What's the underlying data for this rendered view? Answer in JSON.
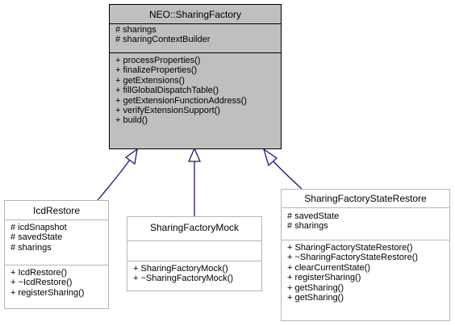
{
  "classes": {
    "sharing_factory": {
      "name": "NEO::SharingFactory",
      "attributes": [
        "# sharings",
        "# sharingContextBuilder"
      ],
      "methods": [
        "+ processProperties()",
        "+ finalizeProperties()",
        "+ getExtensions()",
        "+ fillGlobalDispatchTable()",
        "+ getExtensionFunctionAddress()",
        "+ verifyExtensionSupport()",
        "+ build()"
      ]
    },
    "icd_restore": {
      "name": "IcdRestore",
      "attributes": [
        "# icdSnapshot",
        "# savedState",
        "# sharings"
      ],
      "methods": [
        "+ IcdRestore()",
        "+ ~IcdRestore()",
        "+ registerSharing()"
      ]
    },
    "sharing_factory_mock": {
      "name": "SharingFactoryMock",
      "attributes": [],
      "methods": [
        "+ SharingFactoryMock()",
        "+ ~SharingFactoryMock()"
      ]
    },
    "sharing_factory_state_restore": {
      "name": "SharingFactoryStateRestore",
      "attributes": [
        "# savedState",
        "# sharings"
      ],
      "methods": [
        "+ SharingFactoryStateRestore()",
        "+ ~SharingFactoryStateRestore()",
        "+ clearCurrentState()",
        "+ registerSharing()",
        "+ getSharing()",
        "+ getSharing()"
      ]
    }
  },
  "colors": {
    "edge": "#191970",
    "focus_fill": "#bfbfbf",
    "border": "#000000",
    "other_border": "#b5b5b5"
  }
}
